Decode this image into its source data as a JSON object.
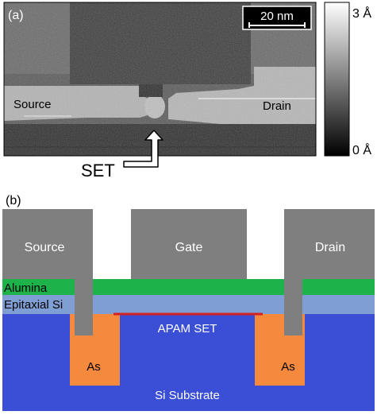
{
  "panel_a": {
    "label": "(a)",
    "scale_bar": "20 nm",
    "source_label": "Source",
    "drain_label": "Drain",
    "set_label": "SET",
    "colorbar": {
      "max_label": "3 Å",
      "min_label": "0 Å"
    }
  },
  "panel_b": {
    "label": "(b)",
    "source": "Source",
    "gate": "Gate",
    "drain": "Drain",
    "alumina": "Alumina",
    "epitaxial_si": "Epitaxial Si",
    "apam_set": "APAM SET",
    "as_left": "As",
    "as_right": "As",
    "substrate": "Si Substrate"
  },
  "colors": {
    "metal": "#7f7f7f",
    "alumina": "#1eb24a",
    "epitaxial_si": "#7f9fd4",
    "substrate": "#3a4fd6",
    "arsenic": "#f58a3e",
    "set_line": "#d42020"
  }
}
